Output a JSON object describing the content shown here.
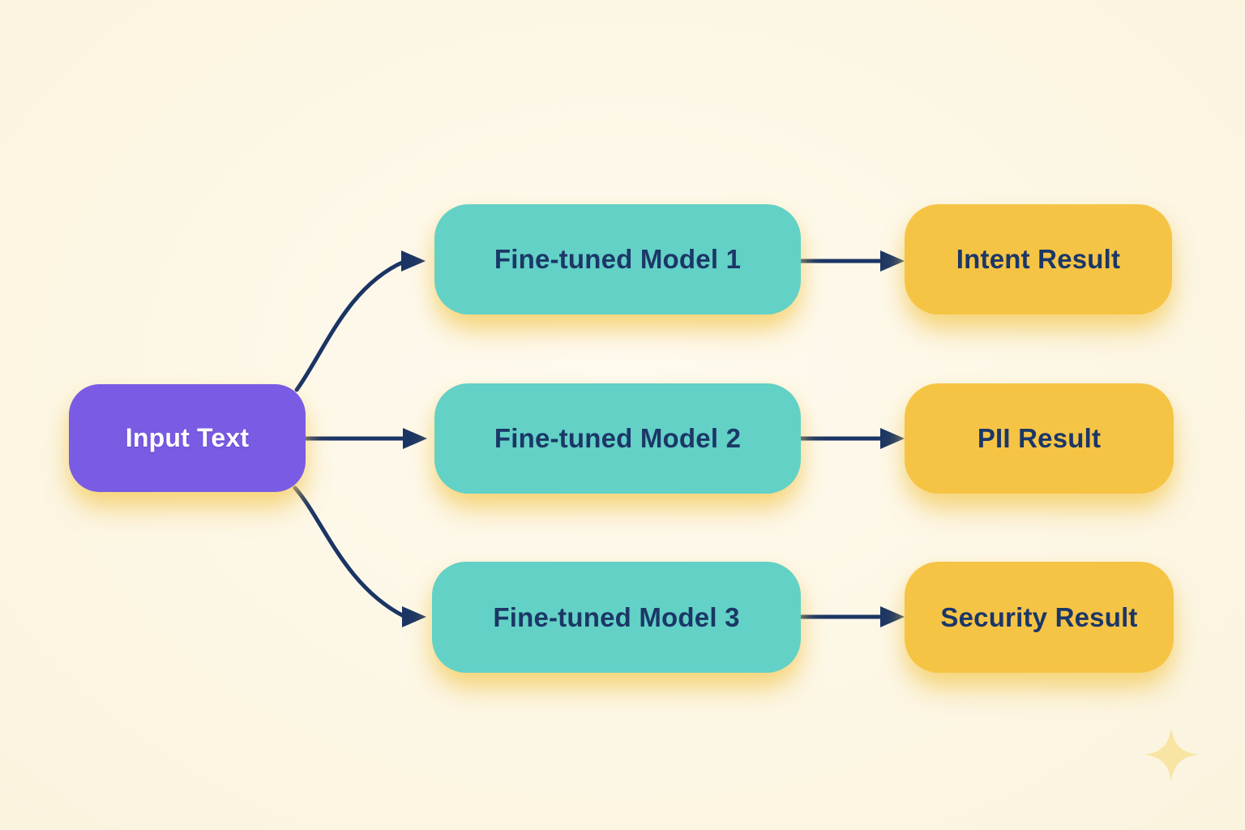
{
  "colors": {
    "background": "#FCF6E4",
    "input_node": "#7A5BE3",
    "model_node": "#63D1C6",
    "result_node": "#F6C445",
    "arrow": "#1A3464",
    "node_text": "#1B3767",
    "input_text": "#FFFFFF",
    "sparkle": "#F8E5A4"
  },
  "nodes": {
    "input": {
      "label": "Input Text"
    },
    "models": [
      {
        "label": "Fine-tuned Model 1"
      },
      {
        "label": "Fine-tuned Model 2"
      },
      {
        "label": "Fine-tuned Model 3"
      }
    ],
    "results": [
      {
        "label": "Intent Result"
      },
      {
        "label": "PII Result"
      },
      {
        "label": "Security Result"
      }
    ]
  },
  "icons": {
    "sparkle": "four-point-sparkle-icon"
  }
}
